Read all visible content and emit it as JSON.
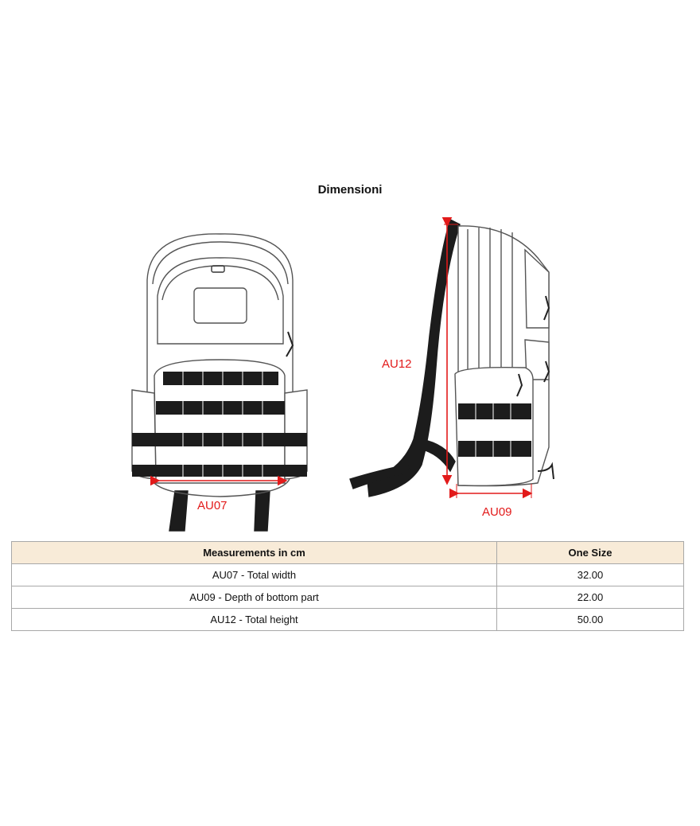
{
  "title": "Dimensioni",
  "colors": {
    "header_bg": "#f8ebd8",
    "dimension": "#e21a1a",
    "outline": "#555555",
    "webbing": "#1c1c1c"
  },
  "drawing": {
    "front_label": "AU07",
    "side_depth_label": "AU09",
    "side_height_label": "AU12"
  },
  "table": {
    "headers": [
      "Measurements in cm",
      "One Size"
    ],
    "rows": [
      {
        "name": "AU07 - Total width",
        "value": "32.00"
      },
      {
        "name": "AU09 - Depth of bottom part",
        "value": "22.00"
      },
      {
        "name": "AU12 - Total height",
        "value": "50.00"
      }
    ]
  }
}
